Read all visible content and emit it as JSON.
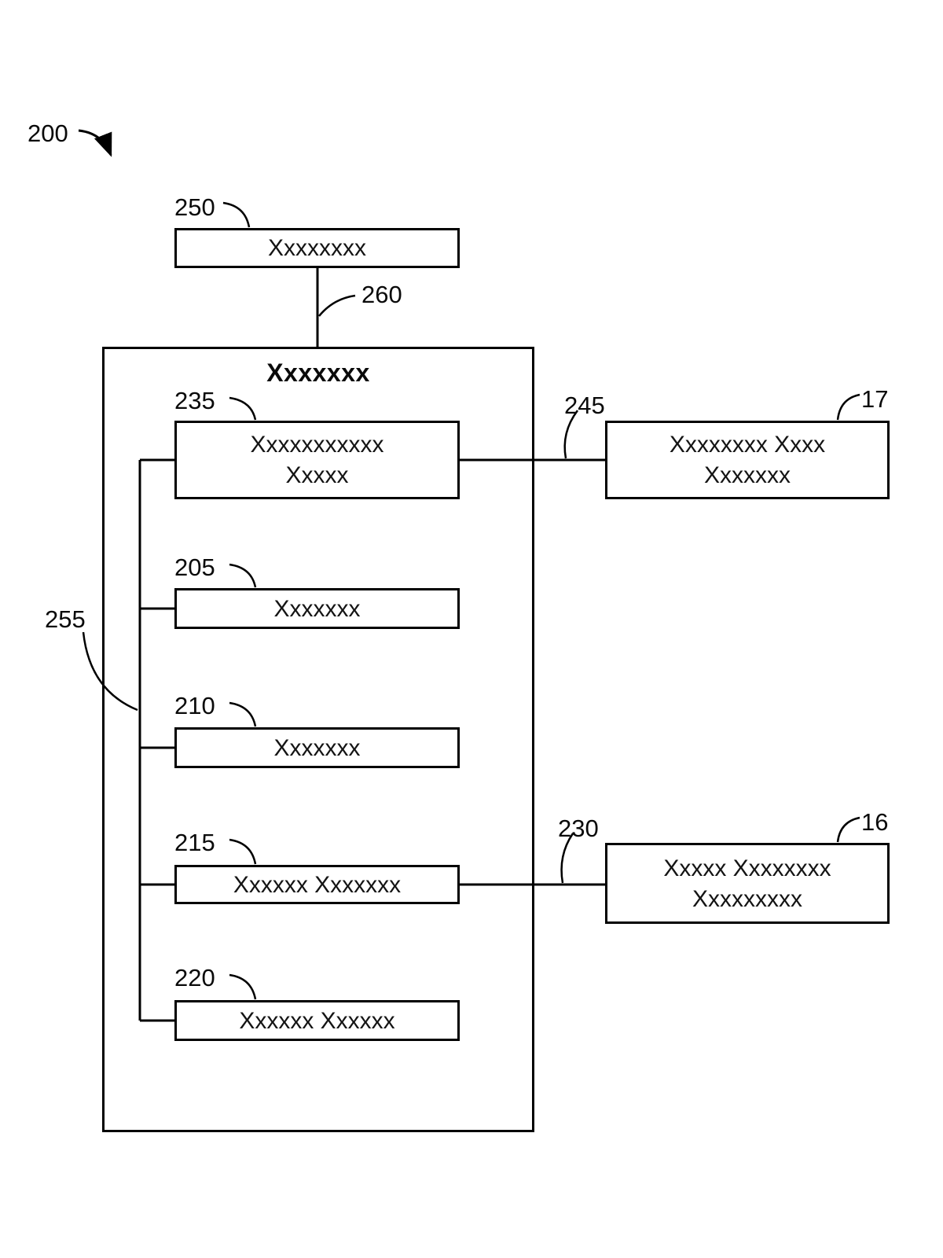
{
  "figure": {
    "ref": "200"
  },
  "boxes": {
    "b250": {
      "ref": "250",
      "label": "Xxxxxxxx"
    },
    "container": {
      "title": "Xxxxxxx"
    },
    "b235": {
      "ref": "235",
      "line1": "Xxxxxxxxxxx",
      "line2": "Xxxxx"
    },
    "b205": {
      "ref": "205",
      "label": "Xxxxxxx"
    },
    "b210": {
      "ref": "210",
      "label": "Xxxxxxx"
    },
    "b215": {
      "ref": "215",
      "label": "Xxxxxx Xxxxxxx"
    },
    "b220": {
      "ref": "220",
      "label": "Xxxxxx Xxxxxx"
    },
    "b17": {
      "ref": "17",
      "line1": "Xxxxxxxx Xxxx",
      "line2": "Xxxxxxx"
    },
    "b16": {
      "ref": "16",
      "line1": "Xxxxx Xxxxxxxx",
      "line2": "Xxxxxxxxx"
    }
  },
  "connectors": {
    "c260": {
      "ref": "260"
    },
    "c255": {
      "ref": "255"
    },
    "c245": {
      "ref": "245"
    },
    "c230": {
      "ref": "230"
    }
  },
  "colors": {
    "line": "#000000",
    "background": "#ffffff"
  }
}
